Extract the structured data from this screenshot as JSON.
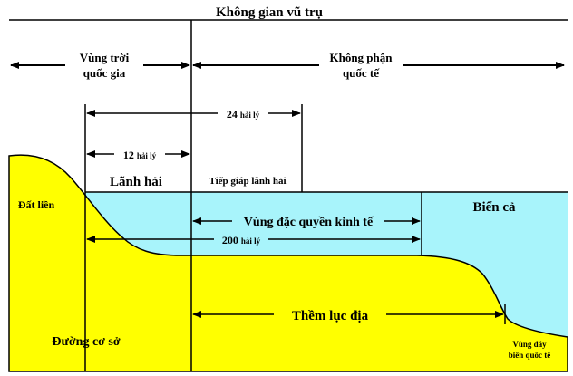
{
  "title": "Không gian vũ trụ",
  "labels": {
    "national_airspace": [
      "Vùng trời",
      "quốc gia"
    ],
    "international_airspace": [
      "Không phận",
      "quốc tế"
    ],
    "distance_24": "24",
    "distance_12": "12",
    "distance_200": "200",
    "nautical_mile_unit": "hải lý",
    "territorial_sea": "Lãnh hải",
    "contiguous_zone": "Tiếp giáp lãnh hải",
    "mainland": "Đất liền",
    "open_sea": "Biển cả",
    "exclusive_economic_zone": "Vùng đặc quyền kinh tế",
    "continental_shelf": "Thềm lục địa",
    "baseline": "Đường cơ sở",
    "international_seabed": [
      "Vùng đáy",
      "biển quốc tế"
    ]
  },
  "colors": {
    "land": "#ffff00",
    "sea": "#a8f4fb",
    "line": "#000000"
  }
}
